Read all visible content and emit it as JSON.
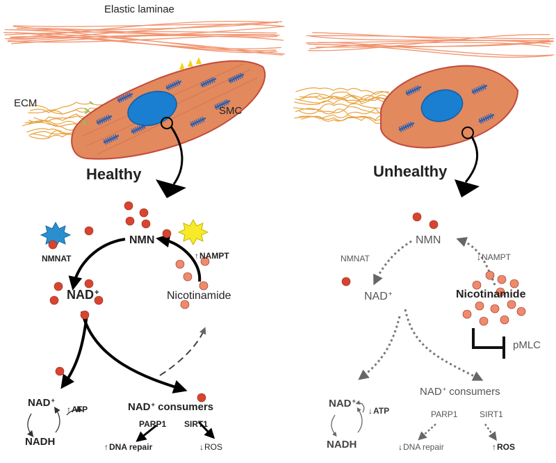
{
  "top_labels": {
    "elastic_laminae": "Elastic laminae",
    "ecm": "ECM",
    "smc": "SMC",
    "healthy": "Healthy",
    "unhealthy": "Unhealthy"
  },
  "healthy_panel": {
    "nmn": "NMN",
    "nmnat": "NMNAT",
    "nampt": "NAMPT",
    "nampt_arrow": "↑",
    "nad_plus": "NAD",
    "plus": "+",
    "nicotinamide": "Nicotinamide",
    "nad_plus_small": "NAD",
    "nadh": "NADH",
    "atp_arrow": "↑",
    "atp": "ATP",
    "consumers": " consumers",
    "parp1": "PARP1",
    "sirt1": "SIRT1",
    "dna_arrow": "↑",
    "dna_repair": "DNA repair",
    "ros_arrow": "↓",
    "ros": "ROS"
  },
  "unhealthy_panel": {
    "nmn": "NMN",
    "nmnat": "NMNAT",
    "nampt_arrow": "↓",
    "nampt": "NAMPT",
    "nad_plus": "NAD",
    "plus": "+",
    "nicotinamide": "Nicotinamide",
    "pmlc": "pMLC",
    "nad_plus_small": "NAD",
    "nadh": "NADH",
    "atp_arrow": "↓",
    "atp": "ATP",
    "consumers": " consumers",
    "parp1": "PARP1",
    "sirt1": "SIRT1",
    "dna_arrow": "↓",
    "dna_repair": "DNA repair",
    "ros_arrow": "↑",
    "ros": "ROS"
  },
  "colors": {
    "fiber": "#f2946f",
    "ecm_fiber": "#e8a23e",
    "cell_fill": "#e2895e",
    "cell_stroke": "#c24a3a",
    "nucleus": "#1a7fd0",
    "myofilament": "#2b5fb0",
    "molecule_dark": "#d9442f",
    "molecule_light": "#ef8a6c",
    "integrin": "#8bbf5a",
    "receptor": "#f4d01c",
    "nmnat_enzyme": "#2b8fcf",
    "nampt_enzyme": "#f6ea2a"
  }
}
